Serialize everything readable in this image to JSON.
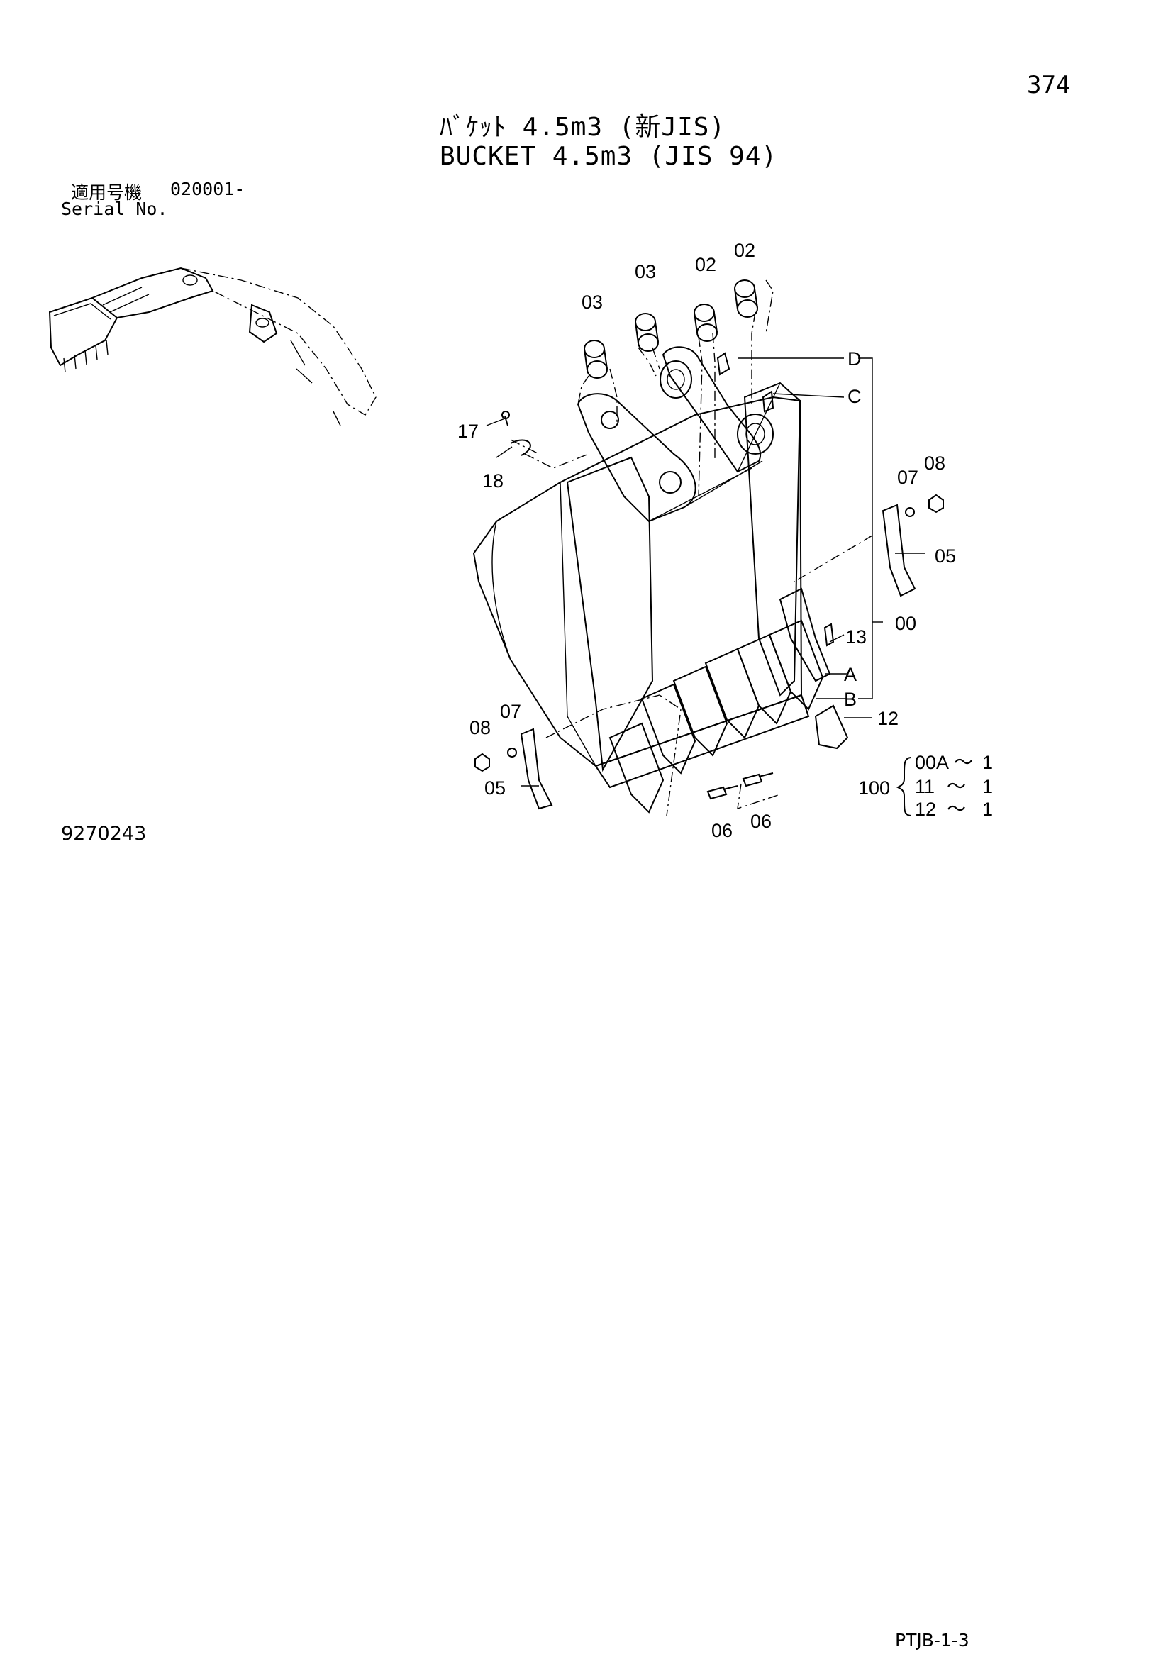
{
  "page_number": "374",
  "title_jp": "ﾊﾞｹｯﾄ 4.5m3 (新JIS)",
  "title_en": "BUCKET 4.5m3 (JIS 94)",
  "serial": {
    "label_jp": "適用号機",
    "range": "020001-",
    "label_en": "Serial No."
  },
  "drawing_number": "9270243",
  "page_code": "PTJB-1-3",
  "callouts": {
    "c03a": "03",
    "c03b": "03",
    "c02a": "02",
    "c02b": "02",
    "cD": "D",
    "cC": "C",
    "c17": "17",
    "c18": "18",
    "c07r": "07",
    "c08r": "08",
    "c05r": "05",
    "c00": "00",
    "c13": "13",
    "cA": "A",
    "cB": "B",
    "c12": "12",
    "c08l": "08",
    "c07l": "07",
    "c05l": "05",
    "c06a": "06",
    "c06b": "06"
  },
  "assembly": {
    "number": "100",
    "rows": [
      {
        "part": "00A",
        "sep": "～",
        "qty": "1"
      },
      {
        "part": "11",
        "sep": "～",
        "qty": "1"
      },
      {
        "part": "12",
        "sep": "～",
        "qty": "1"
      }
    ]
  }
}
